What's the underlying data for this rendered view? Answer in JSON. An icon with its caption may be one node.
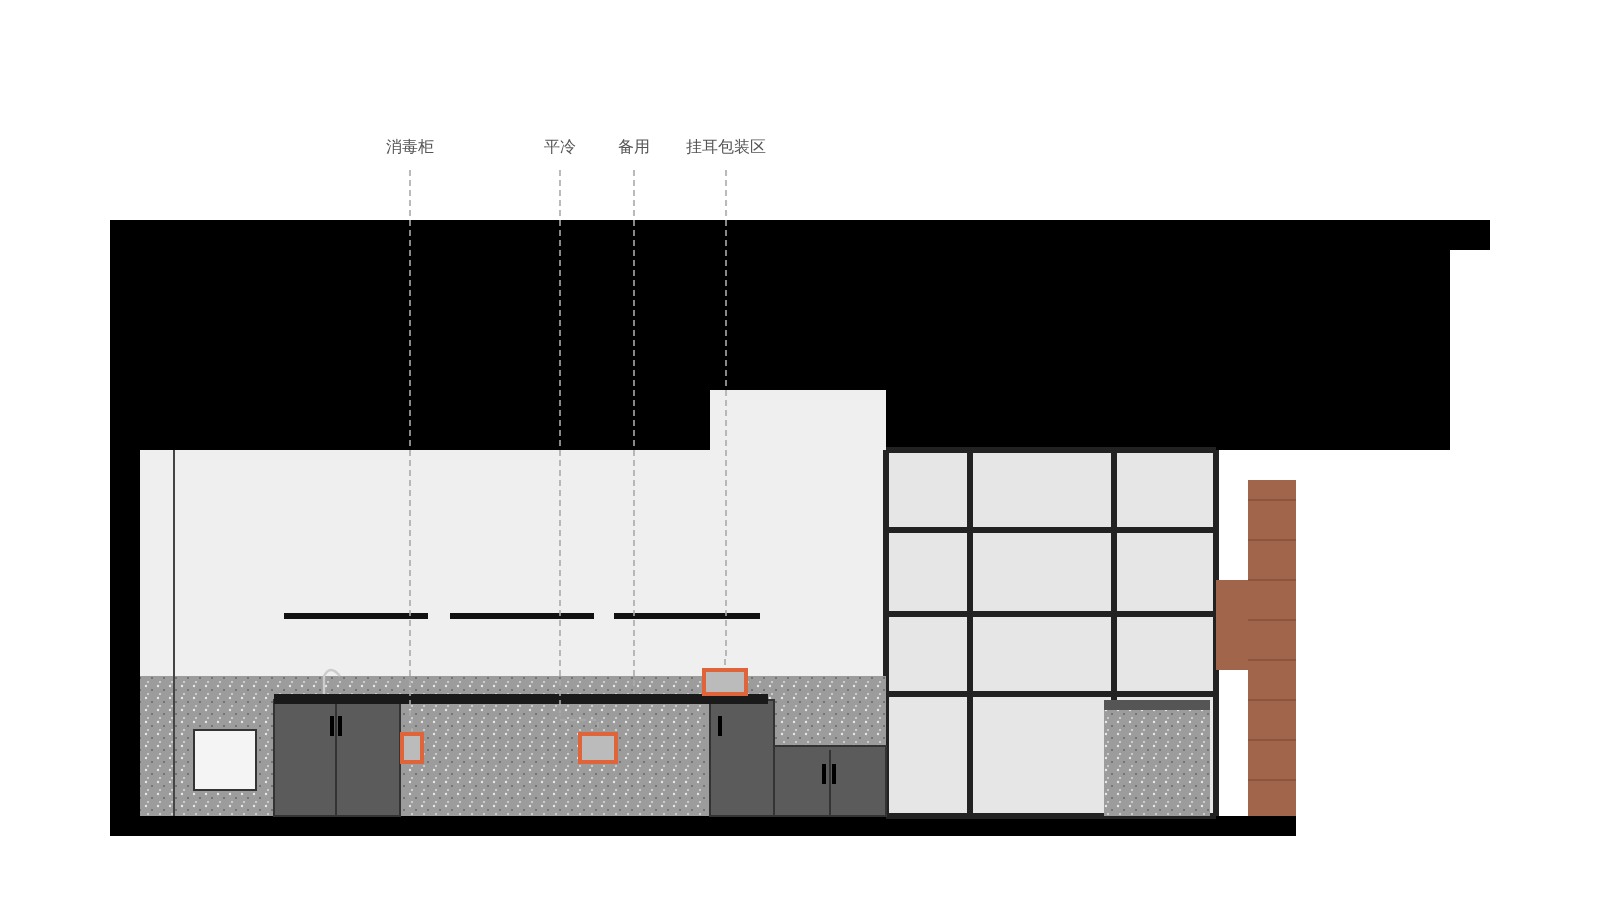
{
  "diagram": {
    "nodes": [
      {
        "text": [
          "消毒柜"
        ]
      },
      {
        "text": [
          "平冷"
        ]
      },
      {
        "text": [
          "备用"
        ]
      },
      {
        "text": [
          "挂耳包装区"
        ]
      },
      {
        "text": [],
        "shape": "box"
      },
      {
        "text": [],
        "shape": "box"
      },
      {
        "text": [],
        "shape": "box"
      }
    ],
    "edges": [
      {
        "from": 0,
        "to": 4,
        "arrow": "none",
        "style": "dashed"
      },
      {
        "from": 1,
        "to": 5,
        "arrow": "none",
        "style": "dashed"
      },
      {
        "from": 2,
        "to": null,
        "arrow": "none",
        "style": "dashed"
      },
      {
        "from": 3,
        "to": 6,
        "arrow": "none",
        "style": "dashed"
      }
    ]
  }
}
